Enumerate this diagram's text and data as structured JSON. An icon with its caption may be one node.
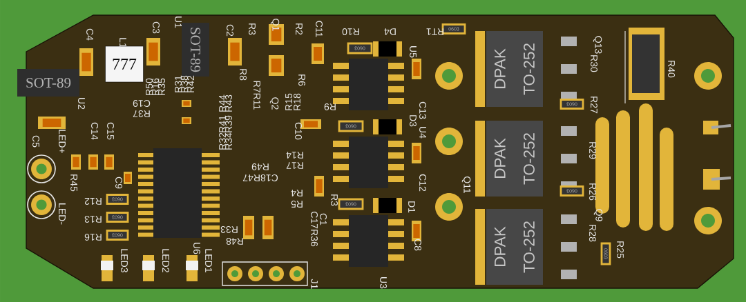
{
  "diagram": {
    "nodes": [
      {
        "text": [
          "SOT-89"
        ]
      },
      {
        "text": [
          "777"
        ]
      },
      {
        "text": [
          "SOT-89"
        ]
      },
      {
        "text": [
          "DPAK",
          "TO-252"
        ]
      },
      {
        "text": [
          "DPAK",
          "TO-252"
        ]
      },
      {
        "text": [
          "DPAK",
          "TO-252"
        ]
      },
      {
        "text": [
          "0603"
        ],
        "beside": [
          "R10"
        ]
      },
      {
        "text": [
          "0603"
        ]
      },
      {
        "text": [
          "0603"
        ]
      },
      {
        "text": [
          "0603"
        ],
        "beside": [
          "RT1"
        ]
      },
      {
        "text": [
          "0603"
        ],
        "beside": [
          "R27"
        ]
      },
      {
        "text": [
          "0603"
        ],
        "beside": [
          "R26"
        ]
      },
      {
        "text": [
          "0603"
        ],
        "beside": [
          "R25"
        ]
      },
      {
        "text": [
          "0603"
        ],
        "beside": [
          "R12"
        ]
      },
      {
        "text": [
          "0603"
        ],
        "beside": [
          "R13"
        ]
      },
      {
        "text": [
          "0603"
        ],
        "beside": [
          "R16"
        ]
      }
    ],
    "labels": [
      "C4",
      "L1",
      "C3",
      "U1",
      "C2",
      "R3",
      "Q1",
      "R2",
      "C11",
      "D4",
      "U2",
      "R8",
      "R35",
      "R16",
      "R50",
      "R42",
      "R38",
      "R31",
      "R43",
      "R44",
      "R39",
      "R41",
      "R34",
      "R32",
      "C19",
      "R37",
      "C14",
      "C15",
      "C5",
      "LED+",
      "R45",
      "C9",
      "LED-",
      "LED3",
      "LED2",
      "LED1",
      "U6",
      "R33",
      "R48",
      "J1",
      "R49",
      "C18R47",
      "R4",
      "R5",
      "C17R36",
      "C1",
      "R3",
      "R14",
      "R17",
      "R7R11",
      "Q2",
      "R15",
      "R18",
      "R6",
      "R9",
      "C10",
      "U5",
      "C13",
      "D3",
      "U4",
      "C12",
      "D1",
      "C8",
      "U3",
      "Q13",
      "R30",
      "R29",
      "Q9",
      "R28",
      "R40",
      "Q11"
    ]
  }
}
